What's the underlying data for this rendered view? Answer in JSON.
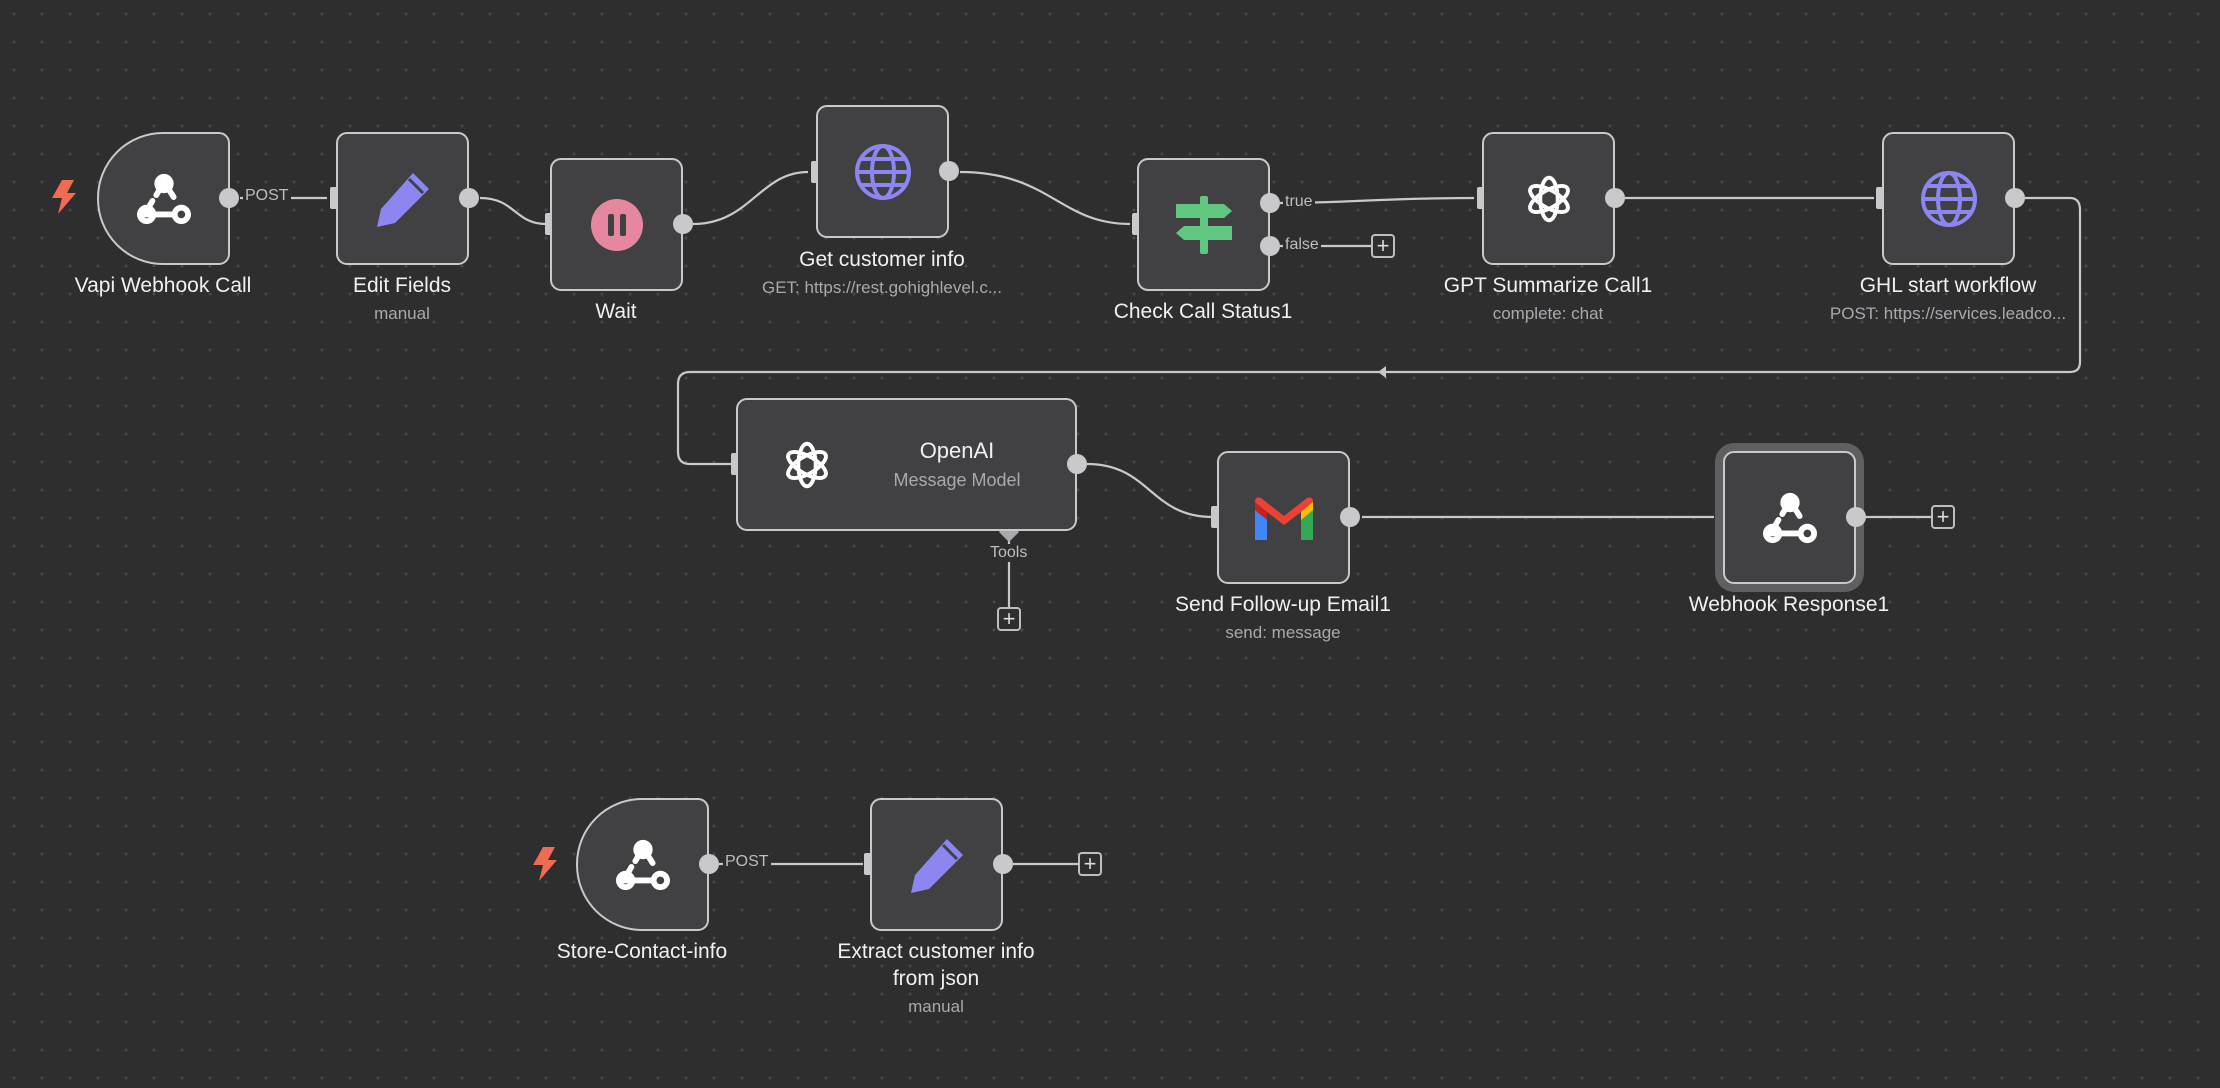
{
  "nodes": {
    "vapi_webhook": {
      "label": "Vapi Webhook Call",
      "edge_label": "POST"
    },
    "edit_fields": {
      "label": "Edit Fields",
      "subtitle": "manual"
    },
    "wait": {
      "label": "Wait"
    },
    "get_customer": {
      "label": "Get customer info",
      "subtitle": "GET: https://rest.gohighlevel.c..."
    },
    "check_call": {
      "label": "Check Call Status1",
      "true_label": "true",
      "false_label": "false"
    },
    "gpt_summarize": {
      "label": "GPT Summarize Call1",
      "subtitle": "complete: chat"
    },
    "ghl_workflow": {
      "label": "GHL start workflow",
      "subtitle": "POST: https://services.leadco..."
    },
    "openai": {
      "title": "OpenAI",
      "subtitle": "Message Model",
      "tools_label": "Tools"
    },
    "send_email": {
      "label": "Send Follow-up Email1",
      "subtitle": "send: message"
    },
    "webhook_response": {
      "label": "Webhook Response1"
    },
    "store_contact": {
      "label": "Store-Contact-info",
      "edge_label": "POST"
    },
    "extract_customer": {
      "label_line1": "Extract customer info",
      "label_line2": "from json",
      "subtitle": "manual"
    }
  },
  "plus_symbol": "+",
  "colors": {
    "background": "#2e2e2f",
    "node_fill": "#414143",
    "node_border": "#c9c9cc",
    "trigger_bolt": "#ef6b53",
    "wait_pink": "#e5879f",
    "globe_purple": "#8b86f0",
    "pencil_purple": "#8b86f0",
    "signpost_green": "#5fc77f"
  },
  "icons": {
    "webhook": "webhook-icon",
    "pencil": "pencil-icon",
    "wait": "pause-icon",
    "globe": "globe-icon",
    "signpost": "signpost-icon",
    "openai": "openai-icon",
    "gmail": "gmail-icon",
    "bolt": "lightning-bolt-icon"
  }
}
